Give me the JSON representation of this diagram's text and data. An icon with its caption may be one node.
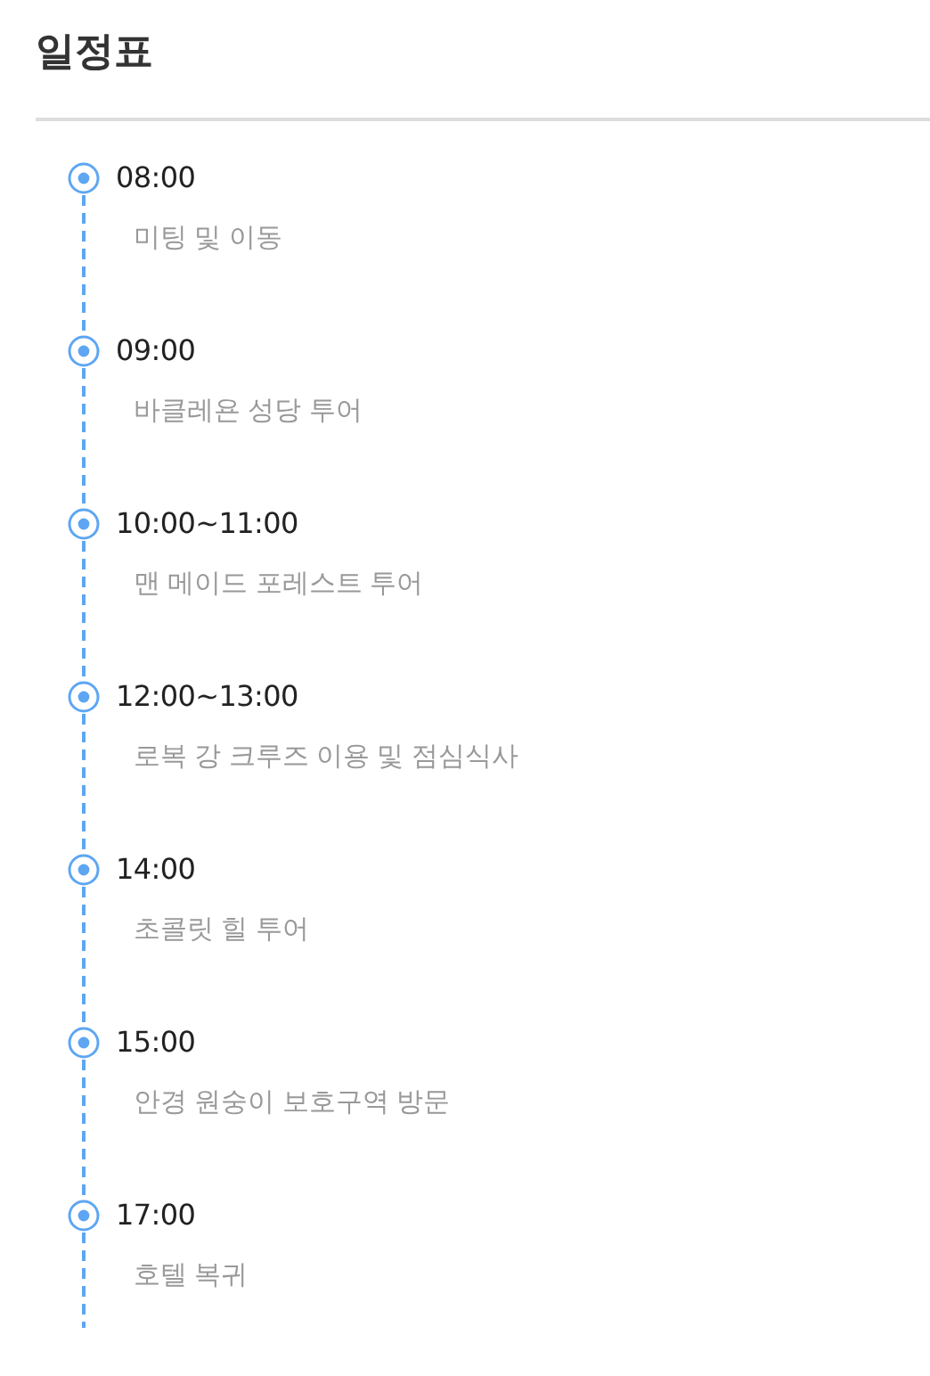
{
  "diagram": {
    "title": "일정표",
    "nodes": [
      {
        "text": [],
        "shape": "circle",
        "beside": [
          "08:00",
          "미팅 및 이동"
        ]
      },
      {
        "text": [],
        "shape": "circle",
        "beside": [
          "09:00",
          "바클레욘 성당 투어"
        ]
      },
      {
        "text": [],
        "shape": "circle",
        "beside": [
          "10:00~11:00",
          "맨 메이드 포레스트 투어"
        ]
      },
      {
        "text": [],
        "shape": "circle",
        "beside": [
          "12:00~13:00",
          "로복 강 크루즈 이용 및 점심식사"
        ]
      },
      {
        "text": [],
        "shape": "circle",
        "beside": [
          "14:00",
          "초콜릿 힐 투어"
        ]
      },
      {
        "text": [],
        "shape": "circle",
        "beside": [
          "15:00",
          "안경 원숭이 보호구역 방문"
        ]
      },
      {
        "text": [],
        "shape": "circle",
        "beside": [
          "17:00",
          "호텔 복귀"
        ]
      }
    ],
    "edges": [
      {
        "from": 0,
        "to": 1,
        "arrow": "none",
        "style": "dashed"
      },
      {
        "from": 1,
        "to": 2,
        "arrow": "none",
        "style": "dashed"
      },
      {
        "from": 2,
        "to": 3,
        "arrow": "none",
        "style": "dashed"
      },
      {
        "from": 3,
        "to": 4,
        "arrow": "none",
        "style": "dashed"
      },
      {
        "from": 4,
        "to": 5,
        "arrow": "none",
        "style": "dashed"
      },
      {
        "from": 5,
        "to": 6,
        "arrow": "none",
        "style": "dashed"
      },
      {
        "from": 6,
        "to": null,
        "arrow": "none",
        "style": "dashed"
      }
    ]
  }
}
